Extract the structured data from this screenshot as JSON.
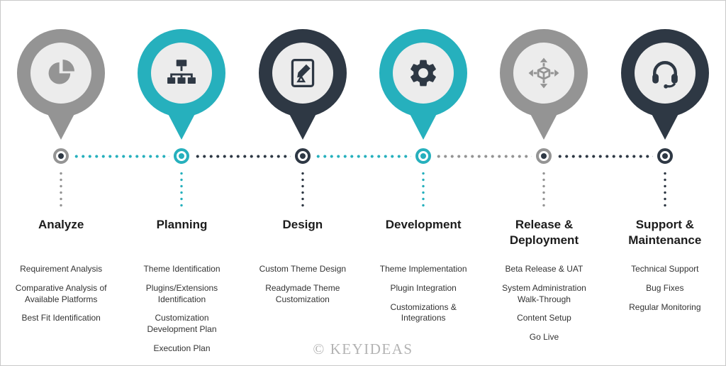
{
  "watermark": "© KEYIDEAS",
  "colors": {
    "teal": "#26b0bd",
    "dark": "#2e3844",
    "gray": "#949494"
  },
  "stages": [
    {
      "title": "Analyze",
      "theme": "gray",
      "icon": "pie-chart-icon",
      "items": [
        "Requirement Analysis",
        "Comparative Analysis of Available Platforms",
        "Best Fit Identification"
      ]
    },
    {
      "title": "Planning",
      "theme": "teal",
      "icon": "sitemap-icon",
      "items": [
        "Theme Identification",
        "Plugins/Extensions Identification",
        "Customization Development Plan",
        "Execution Plan"
      ]
    },
    {
      "title": "Design",
      "theme": "dark",
      "icon": "design-document-icon",
      "items": [
        "Custom Theme Design",
        "Readymade Theme Customization"
      ]
    },
    {
      "title": "Development",
      "theme": "teal",
      "icon": "gear-icon",
      "items": [
        "Theme Implementation",
        "Plugin Integration",
        "Customizations & Integrations"
      ]
    },
    {
      "title": "Release & Deployment",
      "theme": "gray",
      "icon": "deploy-cube-arrows-icon",
      "items": [
        "Beta Release & UAT",
        "System Administration Walk-Through",
        "Content Setup",
        "Go Live"
      ]
    },
    {
      "title": "Support & Maintenance",
      "theme": "dark",
      "icon": "headset-icon",
      "items": [
        "Technical Support",
        "Bug Fixes",
        "Regular Monitoring"
      ]
    }
  ]
}
